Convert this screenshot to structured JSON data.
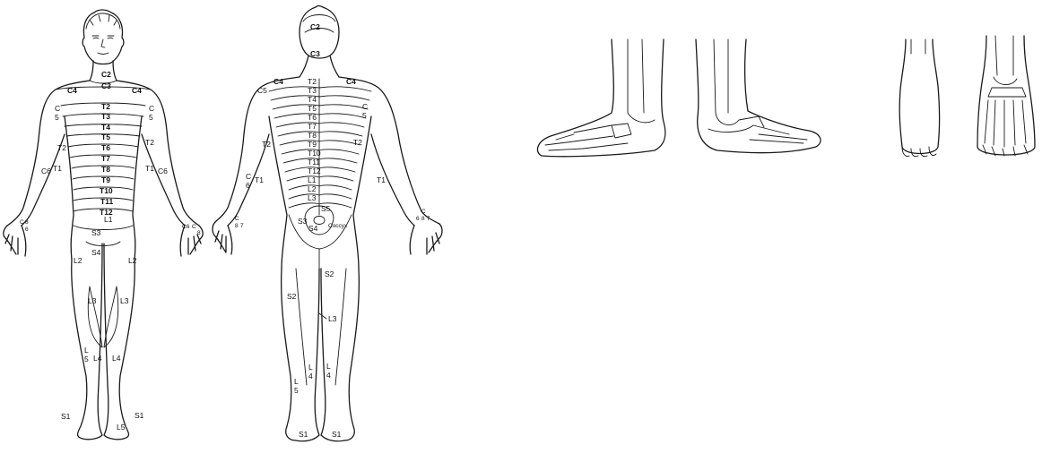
{
  "front_labels": {
    "c2": "C2",
    "c3": "C3",
    "c4_l": "C4",
    "c4_r": "C4",
    "c5_l": "C",
    "c5_l2": "5",
    "c5_r": "C",
    "c5_r2": "5",
    "t2": "T2",
    "t3": "T3",
    "t4": "T4",
    "t5": "T5",
    "t6": "T6",
    "t7": "T7",
    "t8": "T8",
    "t9": "T9",
    "t10": "T10",
    "t11": "T11",
    "t12": "T12",
    "t2_arm_l": "T2",
    "t2_arm_r": "T2",
    "t1_l": "T1",
    "t1_r": "T1",
    "c6_l": "C6",
    "c6_r": "C6",
    "l1": "L1",
    "s3": "S3",
    "s4": "S4",
    "l2_l": "L2",
    "l2_r": "L2",
    "l3_l": "L3",
    "l3_r": "L3",
    "l4_l": "L4",
    "l4_r": "L4",
    "l5_l": "L",
    "l5_l2": "5",
    "l5_foot": "L5",
    "s1_l": "S1",
    "s1_r": "S1",
    "hand_c_l": "C",
    "hand_c8_l": "8",
    "hand_c6_l": "6",
    "hand_c6_r": "C6",
    "hand_c7_r": "C",
    "hand_c8_r": "8"
  },
  "back_labels": {
    "c2": "C2",
    "c3": "C3",
    "c4_l": "C4",
    "c4_r": "C4",
    "c5_l": "C5",
    "c5_r": "C",
    "c5_r2": "5",
    "t2": "T2",
    "t3": "T3",
    "t4": "T4",
    "t5": "T5",
    "t6": "T6",
    "t7": "T7",
    "t8": "T8",
    "t9": "T9",
    "t10": "T10",
    "t11": "T11",
    "t12": "T12",
    "l1": "L1",
    "l2": "L2",
    "l3": "L3",
    "t2_arm_l": "T2",
    "t2_arm_r": "T2",
    "t1_l": "T1",
    "t1_r": "T1",
    "c6_l": "C",
    "c6_l2": "6",
    "s3": "S3",
    "s5": "S5",
    "s4": "S4",
    "coccyx": "Coccyx",
    "s2_l": "S2",
    "s2_r": "S2",
    "l3_leg": "L3",
    "l4_l": "L",
    "l4_l2": "4",
    "l4_r": "L",
    "l4_r2": "4",
    "l5_l": "L",
    "l5_l2": "5",
    "s1_l": "S1",
    "s1_r": "S1",
    "hand_c_l": "C",
    "hand_c8_l": "8",
    "hand_c7_l": "7",
    "hand_c_r": "C",
    "hand_c6_r": "6",
    "hand_c8_r": "8",
    "hand_c7_r": "7"
  },
  "feet": {
    "views": [
      "medial-foot",
      "lateral-foot",
      "sole",
      "dorsum"
    ]
  },
  "colors": {
    "ink": "#1a1a1a",
    "background": "#ffffff"
  }
}
